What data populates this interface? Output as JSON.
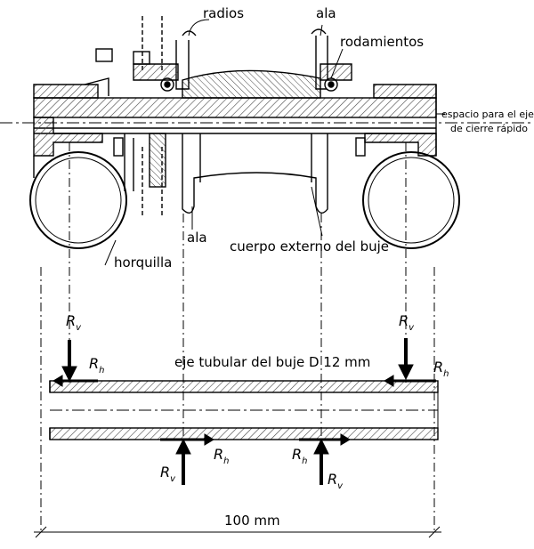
{
  "labels": {
    "radios": "radios",
    "ala_top": "ala",
    "rodamientos": "rodamientos",
    "espacio_line1": "espacio para el eje",
    "espacio_line2": "de cierre rápido",
    "ala_bottom": "ala",
    "cuerpo": "cuerpo externo del buje",
    "horquilla": "horquilla",
    "eje_tubular": "eje tubular del buje  D 12 mm",
    "dimension": "100 mm"
  },
  "forces": {
    "R": "R",
    "v": "v",
    "h": "h"
  },
  "colors": {
    "ink": "#000000",
    "paper": "#ffffff",
    "hatch": "#444444"
  }
}
